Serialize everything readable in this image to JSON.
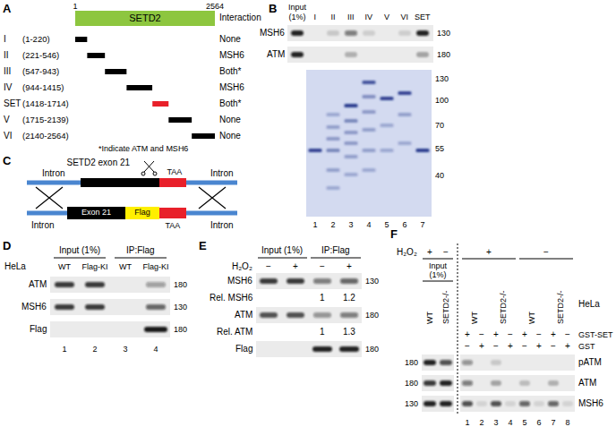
{
  "diagram": {
    "nodes": [
      {
        "text": [
          "SETD2"
        ]
      },
      {
        "text": [
          "Exon 21"
        ]
      },
      {
        "text": [
          "Flag"
        ]
      }
    ],
    "labels": [
      "A",
      "1",
      "2564",
      "Interaction",
      "I",
      "(1-220)",
      "None",
      "II",
      "(221-546)",
      "MSH6",
      "III",
      "(547-943)",
      "Both*",
      "IV",
      "(944-1415)",
      "MSH6",
      "SET",
      "(1418-1714)",
      "Both*",
      "V",
      "(1715-2139)",
      "None",
      "VI",
      "(2140-2564)",
      "None",
      "*Indicate ATM and MSH6",
      "B",
      "Input",
      "(1%)",
      "I",
      "II",
      "III",
      "IV",
      "V",
      "VI",
      "SET",
      "MSH6",
      "ATM",
      "130",
      "180",
      "130",
      "100",
      "70",
      "55",
      "40",
      "1",
      "2",
      "3",
      "4",
      "5",
      "6",
      "7",
      "C",
      "SETD2 exon 21",
      "Intron",
      "TAA",
      "Intron",
      "Intron",
      "TAA",
      "Intron",
      "D",
      "Input (1%)",
      "IP:Flag",
      "HeLa",
      "WT",
      "Flag-KI",
      "WT",
      "Flag-KI",
      "ATM",
      "MSH6",
      "Flag",
      "180",
      "130",
      "180",
      "1",
      "2",
      "3",
      "4",
      "E",
      "Input (1%)",
      "IP:Flag",
      "H₂O₂",
      "−",
      "+",
      "−",
      "+",
      "MSH6",
      "Rel. MSH6",
      "1",
      "1.2",
      "ATM",
      "Rel. ATM",
      "1",
      "1.3",
      "Flag",
      "130",
      "180",
      "180",
      "F",
      "H₂O₂",
      "+",
      "−",
      "+",
      "−",
      "Input",
      "(1%)",
      "WT",
      "SETD2-/-",
      "WT",
      "SETD2-/-",
      "WT",
      "SETD2-/-",
      "HeLa",
      "+",
      "−",
      "+",
      "−",
      "+",
      "−",
      "+",
      "−",
      "GST-SET",
      "−",
      "+",
      "−",
      "+",
      "−",
      "+",
      "−",
      "+",
      "GST",
      "pATM",
      "ATM",
      "MSH6",
      "180",
      "180",
      "130",
      "1",
      "2",
      "3",
      "4",
      "5",
      "6",
      "7",
      "8"
    ]
  }
}
